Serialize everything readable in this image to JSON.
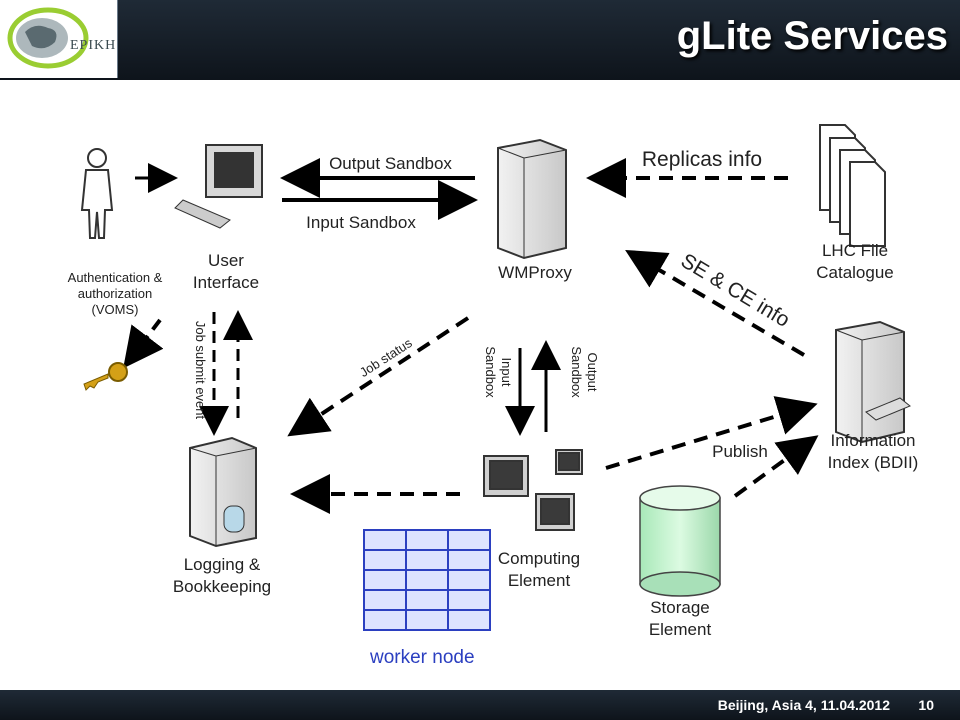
{
  "header": {
    "title": "gLite Services",
    "logo_text": "EPIKH"
  },
  "footer": {
    "location_date": "Beijing, Asia 4, 11.04.2012",
    "page": "10"
  },
  "nodes": {
    "user_interface": "User\nInterface",
    "wmproxy": "WMProxy",
    "lhc_file_catalogue": "LHC File\nCatalogue",
    "information_index": "Information\nIndex (BDII)",
    "logging_bookkeeping": "Logging &\nBookkeeping",
    "computing_element": "Computing\nElement",
    "storage_element": "Storage\nElement",
    "worker_node": "worker node"
  },
  "edges": {
    "output_sandbox_top": "Output Sandbox",
    "input_sandbox_top": "Input Sandbox",
    "replicas_info": "Replicas info",
    "se_ce_info": "SE & CE info",
    "auth": "Authentication &\nauthorization\n(VOMS)",
    "job_submit_event": "Job submit event",
    "job_status": "Job status",
    "input_sandbox_v": "Input\nSandbox",
    "output_sandbox_v": "Output\nSandbox",
    "publish": "Publish"
  },
  "colors": {
    "header_bg": "#141c25",
    "worker_node": "#2b3fc0",
    "storage": "#bdf0c8"
  }
}
